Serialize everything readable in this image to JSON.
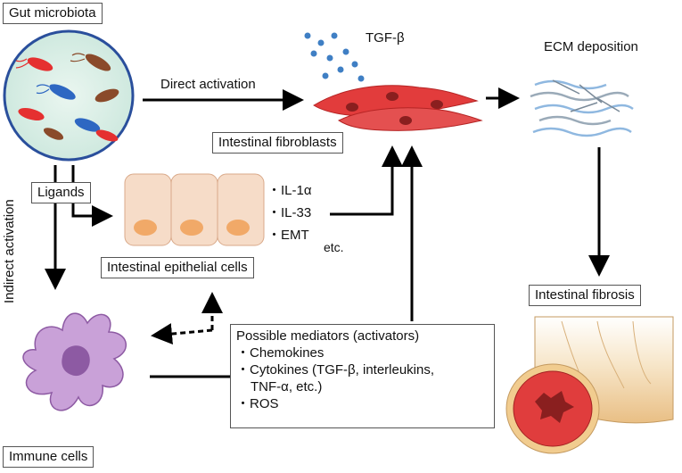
{
  "labels": {
    "gut_microbiota": "Gut microbiota",
    "tgf_beta": "TGF-β",
    "ecm_deposition": "ECM deposition",
    "direct_activation": "Direct activation",
    "intestinal_fibroblasts": "Intestinal fibroblasts",
    "indirect_activation": "Indirect activation",
    "ligands": "Ligands",
    "intestinal_epithelial_cells": "Intestinal epithelial cells",
    "intestinal_fibrosis": "Intestinal fibrosis",
    "immune_cells": "Immune cells"
  },
  "epithelial_factors": [
    "IL-1α",
    "IL-33",
    "EMT"
  ],
  "epithelial_factors_suffix": "etc.",
  "mediators": {
    "title": "Possible mediators (activators)",
    "items": [
      "Chemokines",
      "Cytokines (TGF-β, interleukins,",
      "TNF-α, etc.)",
      "ROS"
    ]
  },
  "colors": {
    "fibroblast": "#e23c3c",
    "tgf_dots": "#3f7fc4",
    "ecm": "#8fb8e0",
    "immune": "#b084c4",
    "epithelial": "#f6dcc8"
  }
}
